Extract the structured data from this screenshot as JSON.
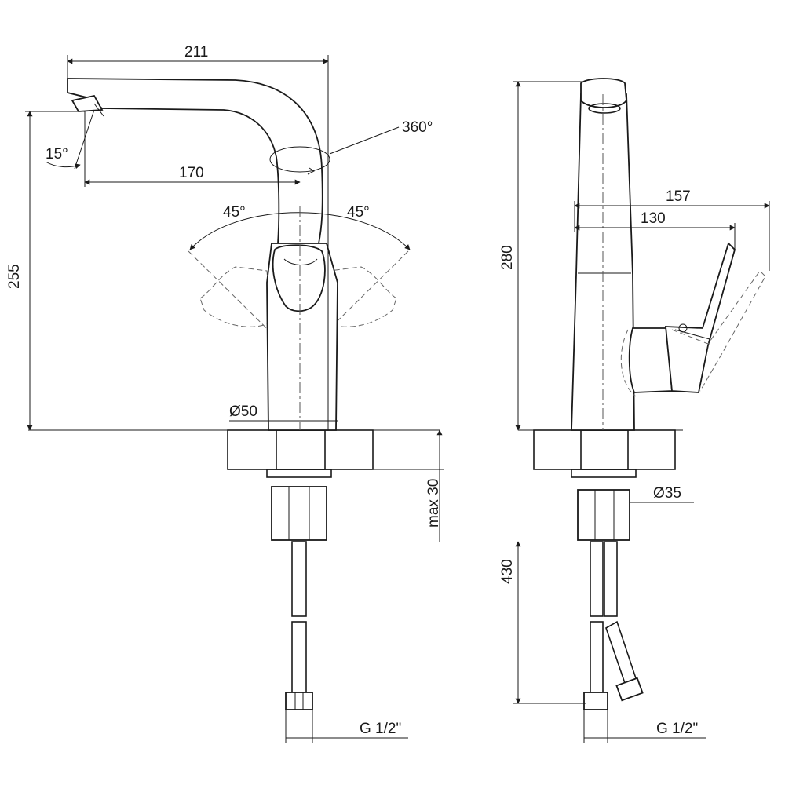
{
  "colors": {
    "line": "#1a1a1a",
    "hatch": "#333333",
    "background": "#ffffff"
  },
  "front_view": {
    "dims": {
      "spout_reach_total": "211",
      "spout_reach_center": "170",
      "spout_swivel": "360°",
      "spout_tilt": "15°",
      "lever_left": "45°",
      "lever_right": "45°",
      "height": "255",
      "base_diameter": "Ø50",
      "countertop_max": "max 30",
      "hose_thread": "G 1/2\""
    }
  },
  "side_view": {
    "dims": {
      "lever_reach": "157",
      "body_reach": "130",
      "height": "280",
      "mount_diameter": "Ø35",
      "hose_length": "430",
      "hose_thread": "G 1/2\""
    }
  }
}
